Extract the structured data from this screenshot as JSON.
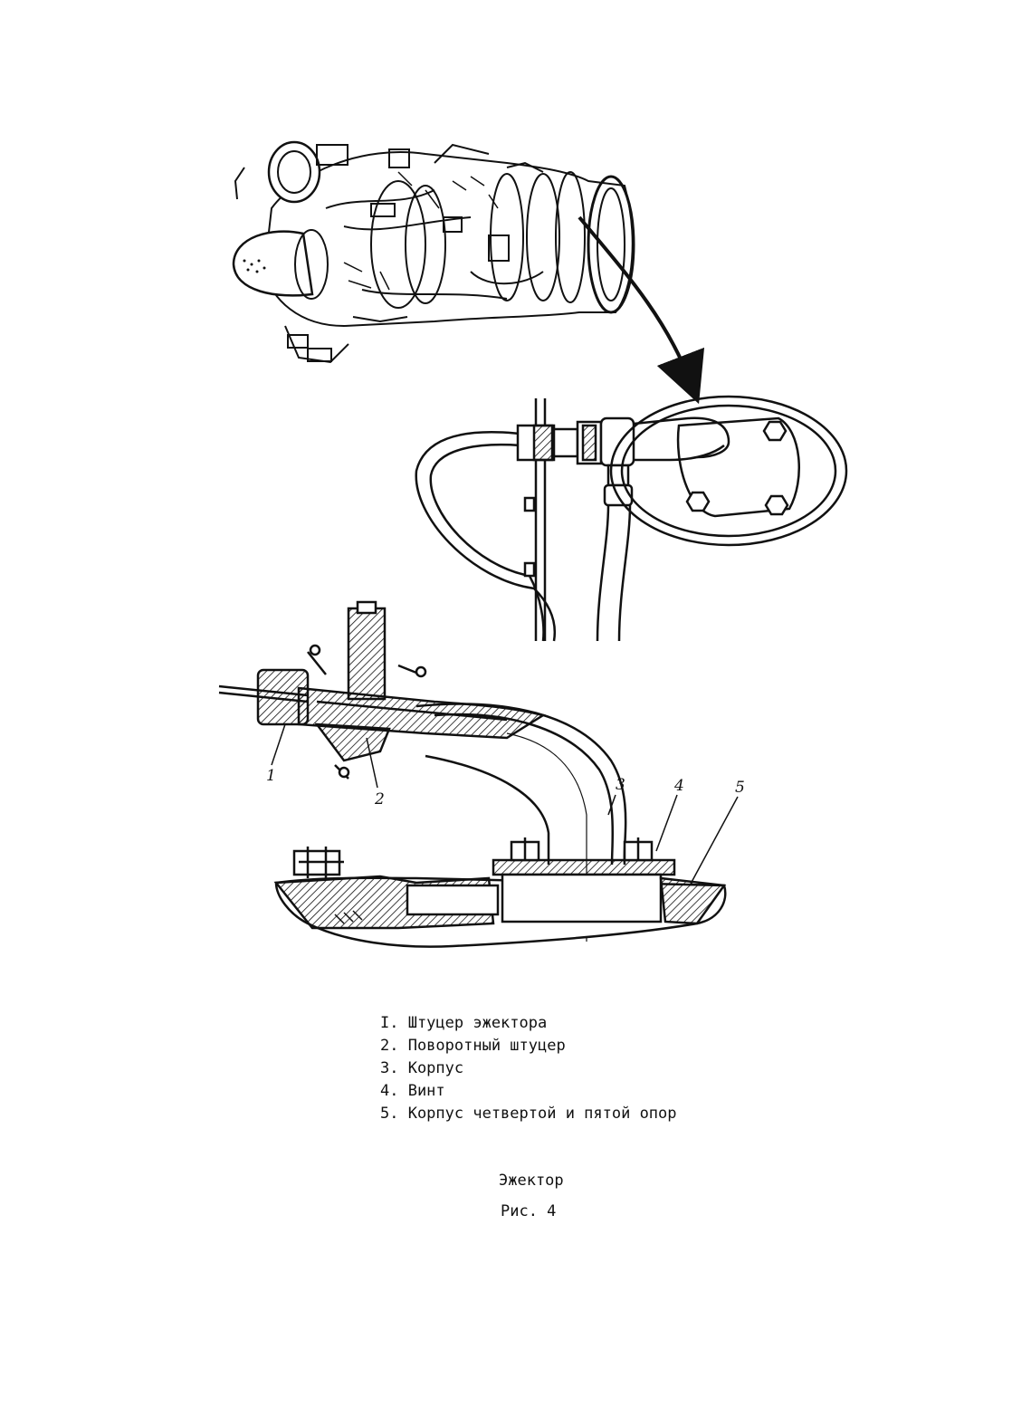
{
  "figure": {
    "callouts": [
      "1",
      "2",
      "3",
      "4",
      "5"
    ]
  },
  "legend": {
    "items": [
      "I. Штуцер эжектора",
      "2. Поворотный штуцер",
      "3. Корпус",
      "4. Винт",
      "5. Корпус четвертой и пятой опор"
    ]
  },
  "caption": {
    "title": "Эжектор",
    "figure_label": "Рис. 4"
  }
}
